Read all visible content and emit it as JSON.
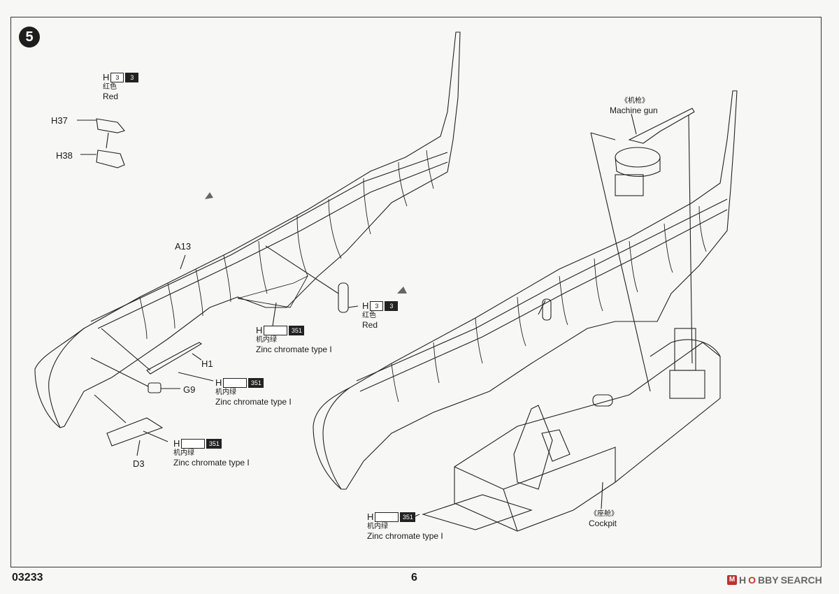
{
  "step": {
    "number": "5"
  },
  "footer": {
    "code": "03233",
    "page": "6",
    "brand_prefix": "H",
    "brand_mid": "BBY",
    "brand_suffix": "SEARCH",
    "brand_badge": "M"
  },
  "paints": {
    "red": {
      "letter": "H",
      "num1": "3",
      "num2": "3",
      "cn": "红色",
      "en": "Red"
    },
    "zinc": {
      "letter": "H",
      "num": "351",
      "cn": "机内绿",
      "en": "Zinc chromate type I"
    }
  },
  "parts": {
    "h37": "H37",
    "h38": "H38",
    "a13": "A13",
    "h1": "H1",
    "g9": "G9",
    "d3": "D3"
  },
  "callouts": {
    "machine_gun_cn": "《机枪》",
    "machine_gun_en": "Machine gun",
    "cockpit_cn": "《座舱》",
    "cockpit_en": "Cockpit"
  },
  "colors": {
    "ink": "#1a1a1a",
    "paper": "#f7f7f5",
    "brand_red": "#c0392b"
  }
}
